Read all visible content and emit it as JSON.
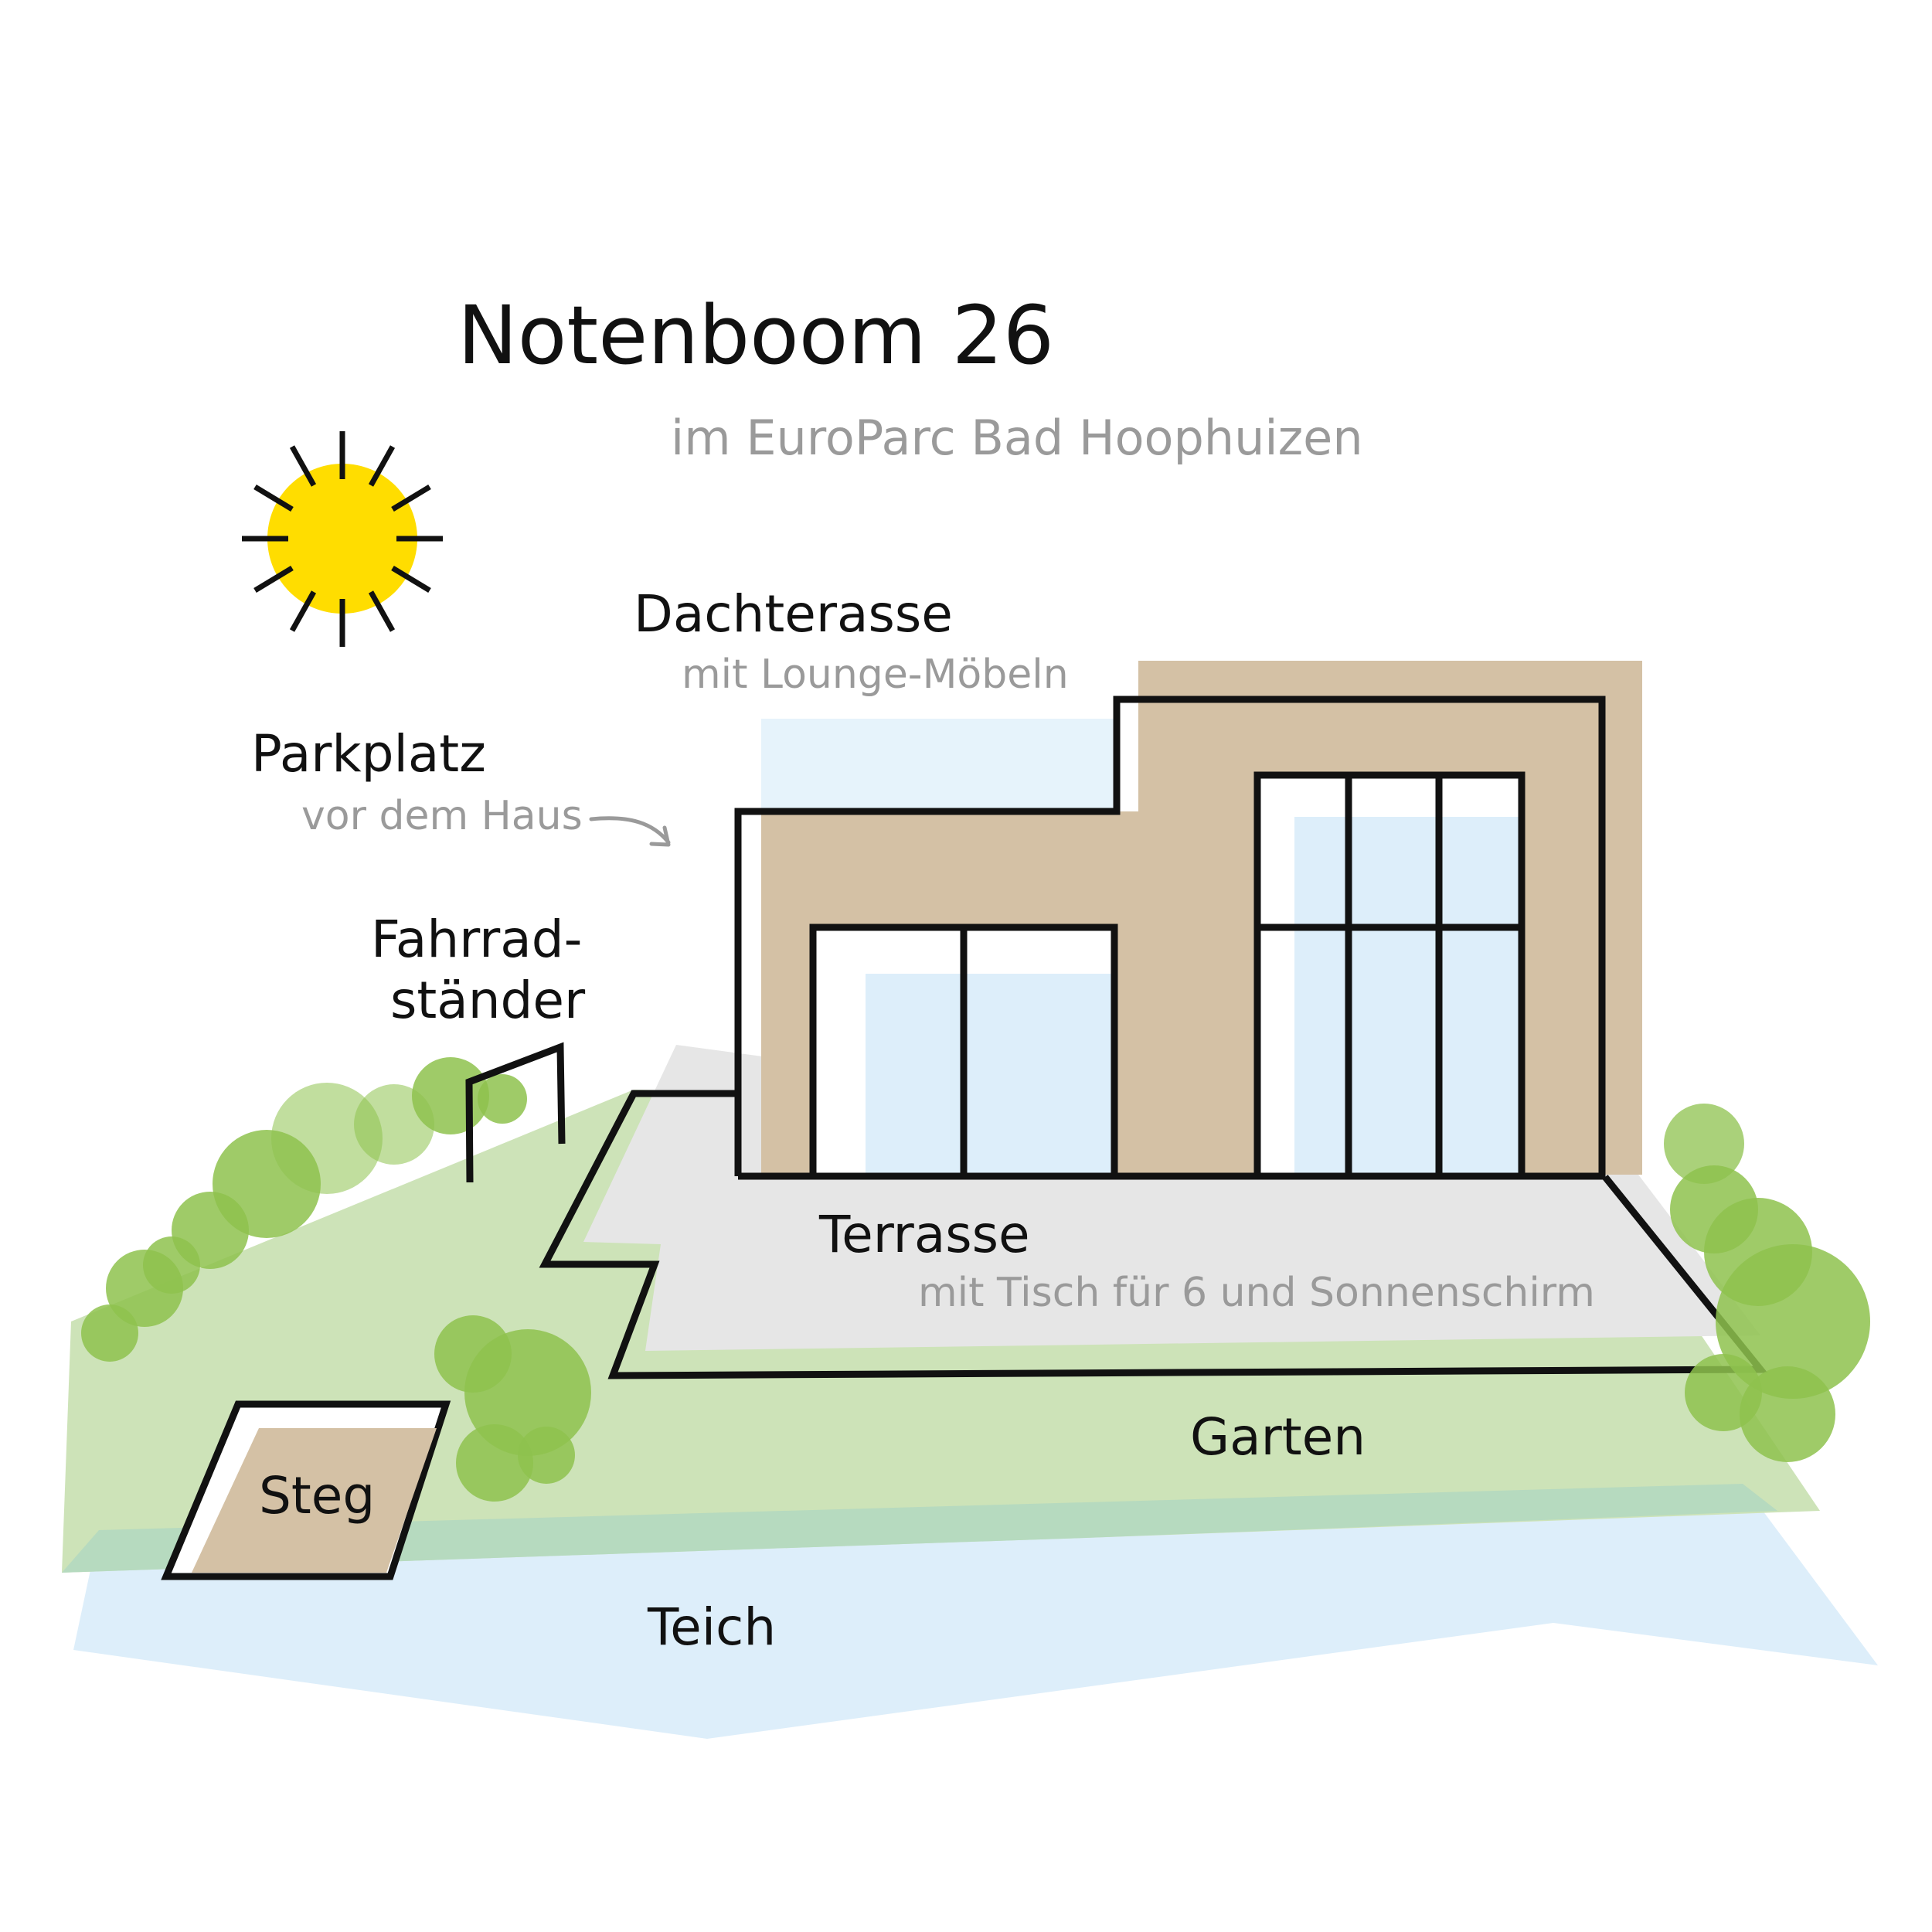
{
  "title": "Notenboom 26",
  "subtitle": "im EuroParc Bad Hoophuizen",
  "labels": {
    "roof_terrace": {
      "title": "Dachterasse",
      "detail": "mit Lounge-Möbeln"
    },
    "parking": {
      "title": "Parkplatz",
      "detail": "vor dem Haus"
    },
    "bike_rack": {
      "line1": "Fahrrad-",
      "line2": "ständer"
    },
    "terrace": {
      "title": "Terrasse",
      "detail": "mit Tisch für 6 und Sonnenschirm"
    },
    "garden": "Garten",
    "jetty": "Steg",
    "pond": "Teich"
  },
  "icons": [
    "sun-icon",
    "arrow-icon",
    "bike-rack-icon",
    "bush-icon"
  ],
  "colors": {
    "sun": "#FFDD00",
    "house_wall": "#D4C1A5",
    "window_glass": "#DDEEFA",
    "garden": "#CDE3B8",
    "bush": "#8EC24E",
    "terrace": "#E6E6E6",
    "pond": "#DDEEFA",
    "outline": "#111111",
    "muted_text": "#9A9A9A"
  }
}
